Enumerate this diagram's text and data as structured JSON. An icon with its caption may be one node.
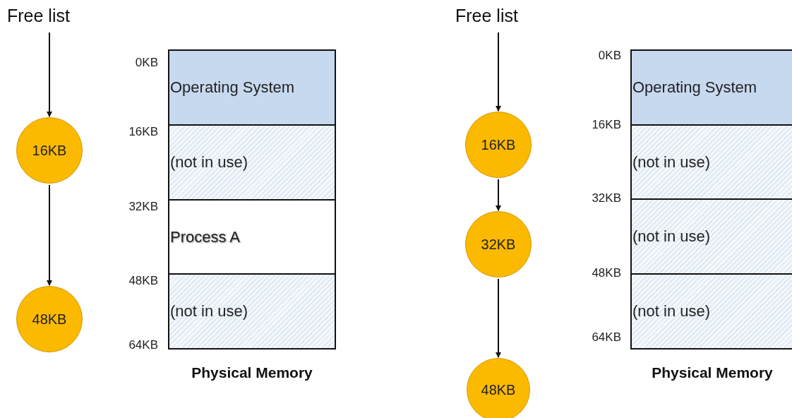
{
  "diagram": {
    "nodes": [
      {
        "text": [
          "Free list"
        ]
      },
      {
        "text": [
          "16KB"
        ]
      },
      {
        "text": [
          "48KB"
        ]
      },
      {
        "text": [
          "Physical Memory"
        ]
      },
      {
        "text": [
          "Operating System"
        ],
        "in": 3
      },
      {
        "text": [
          "(not in use)"
        ],
        "in": 3
      },
      {
        "text": [
          "Process A"
        ],
        "in": 3
      },
      {
        "text": [
          "(not in use)"
        ],
        "in": 3
      },
      {
        "text": [
          "Free list"
        ]
      },
      {
        "text": [
          "16KB"
        ]
      },
      {
        "text": [
          "32KB"
        ]
      },
      {
        "text": [
          "48KB"
        ]
      },
      {
        "text": [
          "Physical Memory"
        ]
      },
      {
        "text": [
          "Operating System"
        ],
        "in": 12
      },
      {
        "text": [
          "(not in use)"
        ],
        "in": 12
      },
      {
        "text": [
          "(not in use)"
        ],
        "in": 12
      },
      {
        "text": [
          "(not in use)"
        ],
        "in": 12
      }
    ],
    "edges": [
      {
        "from": 0,
        "to": 1,
        "arrow": "to"
      },
      {
        "from": 1,
        "to": 2,
        "arrow": "to"
      },
      {
        "from": 8,
        "to": 9,
        "arrow": "to"
      },
      {
        "from": 9,
        "to": 10,
        "arrow": "to"
      },
      {
        "from": 10,
        "to": 11,
        "arrow": "to"
      }
    ],
    "labels": [
      "0KB",
      "16KB",
      "32KB",
      "48KB",
      "64KB",
      "0KB",
      "16KB",
      "32KB",
      "48KB",
      "64KB"
    ]
  }
}
